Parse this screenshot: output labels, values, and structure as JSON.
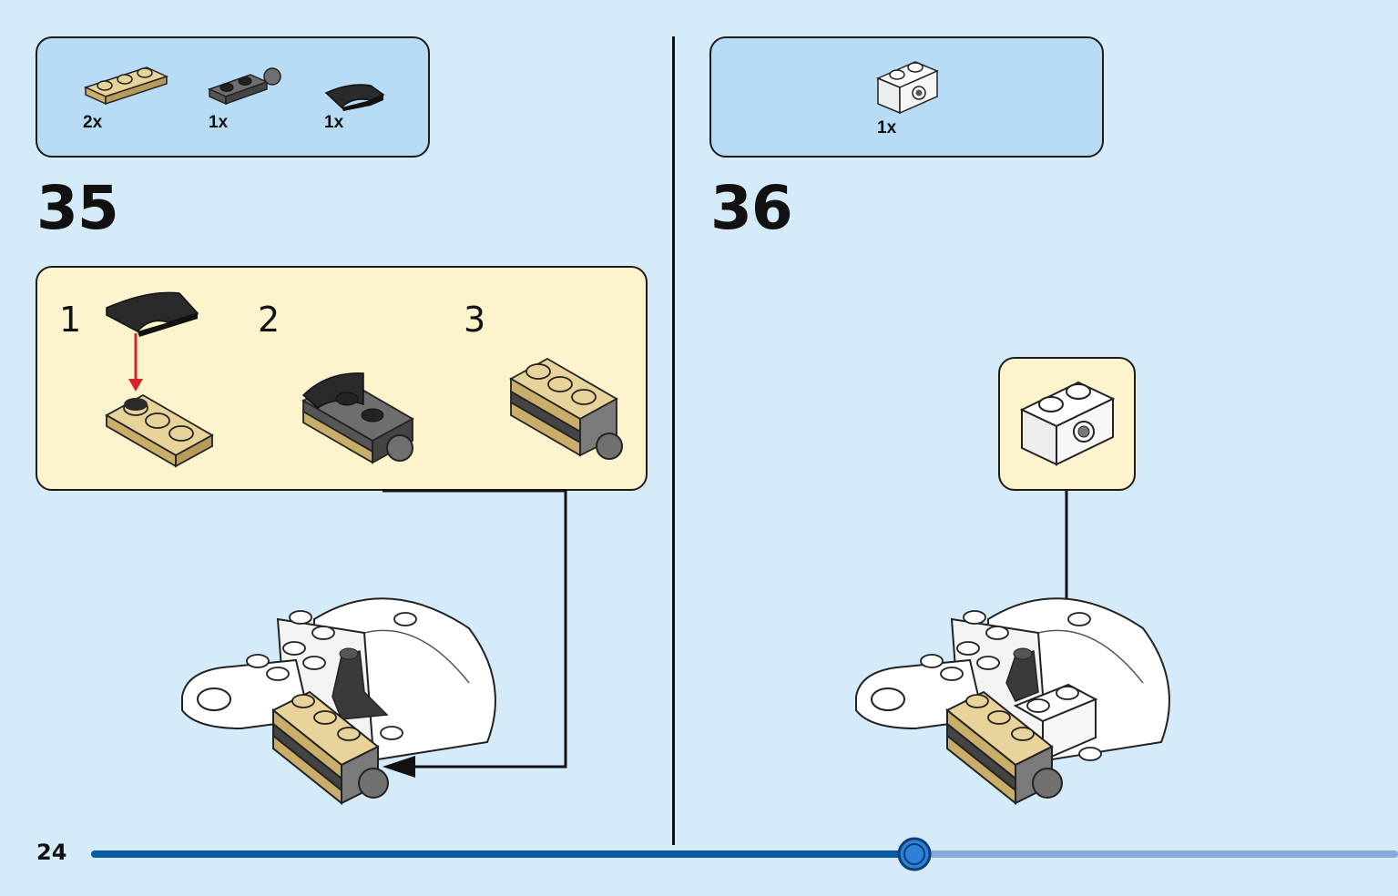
{
  "page": {
    "number": "24"
  },
  "progress": {
    "fraction": 0.63,
    "done_color": "#0a5aa8",
    "remaining_color": "#86abd9"
  },
  "colors": {
    "background": "#d6ebfa",
    "parts_box": "#b8dcf5",
    "sub_box": "#fdf3cc",
    "tan": "#e0c98a",
    "dark": "#2a2a2a",
    "white": "#ffffff",
    "red_arrow": "#d0272b"
  },
  "step35": {
    "number": "35",
    "parts": [
      {
        "icon": "tan-plate-1x3-icon",
        "qty": "2x"
      },
      {
        "icon": "dark-gray-plate-with-ball-icon",
        "qty": "1x"
      },
      {
        "icon": "black-curved-slope-icon",
        "qty": "1x"
      }
    ],
    "substeps": [
      "1",
      "2",
      "3"
    ]
  },
  "step36": {
    "number": "36",
    "parts": [
      {
        "icon": "white-brick-1x2-with-hole-icon",
        "qty": "1x"
      }
    ]
  }
}
